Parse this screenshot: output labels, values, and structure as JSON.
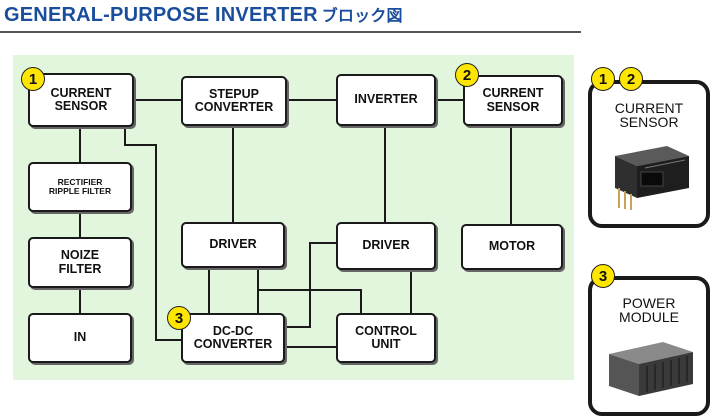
{
  "header": {
    "title": "GENERAL-PURPOSE INVERTER",
    "title_jp": "ブロック図"
  },
  "colors": {
    "title": "#1a4e9c",
    "panel_bg": "#e2f6de",
    "badge": "#ffe600",
    "wire": "#1a1a1a"
  },
  "blocks": {
    "current_sensor_1": "CURRENT\nSENSOR",
    "stepup_converter": "STEPUP\nCONVERTER",
    "inverter": "INVERTER",
    "current_sensor_2": "CURRENT\nSENSOR",
    "rectifier": "RECTIFIER\nRIPPLE FILTER",
    "noize_filter": "NOIZE\nFILTER",
    "in": "IN",
    "driver_1": "DRIVER",
    "driver_2": "DRIVER",
    "motor": "MOTOR",
    "dcdc_converter": "DC-DC\nCONVERTER",
    "control_unit": "CONTROL\nUNIT"
  },
  "badges": {
    "b1": "1",
    "b2": "2",
    "b3": "3"
  },
  "cards": {
    "current_sensor": {
      "badge_a": "1",
      "badge_b": "2",
      "title": "CURRENT\nSENSOR",
      "image_icon": "current-sensor-module-icon"
    },
    "power_module": {
      "badge": "3",
      "title": "POWER\nMODULE",
      "image_icon": "power-module-icon"
    }
  }
}
